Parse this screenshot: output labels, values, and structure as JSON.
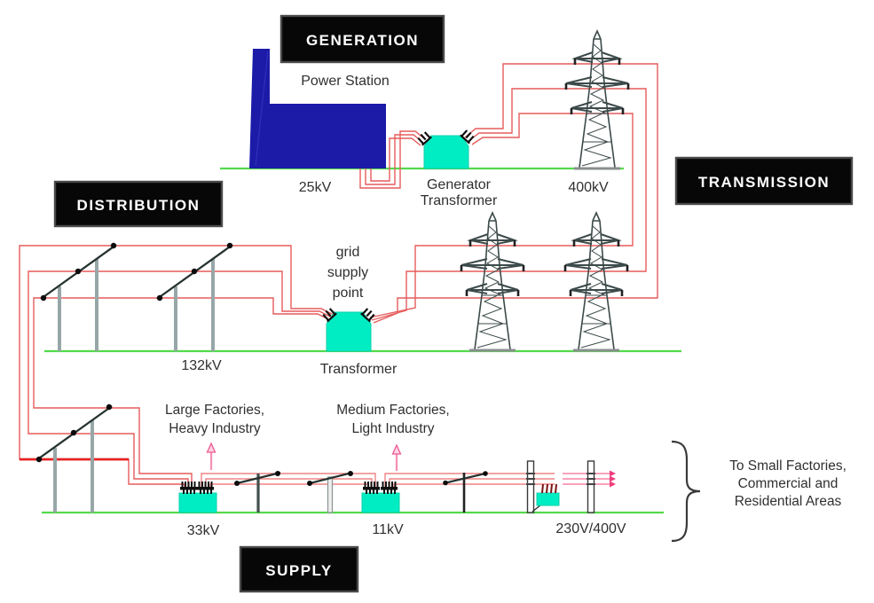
{
  "diagram": "Electricity supply system from power station to consumers",
  "sections": {
    "generation": "GENERATION",
    "transmission": "TRANSMISSION",
    "distribution": "DISTRIBUTION",
    "supply": "SUPPLY"
  },
  "labels": {
    "power_station": "Power Station",
    "gen_voltage": "25kV",
    "generator_transformer": [
      "Generator",
      "Transformer"
    ],
    "transmission_voltage": "400kV",
    "grid_supply_point": [
      "grid",
      "supply",
      "point"
    ],
    "grid_transformer": "Transformer",
    "distribution_voltage": "132kV",
    "large_factories": [
      "Large Factories,",
      "Heavy Industry"
    ],
    "medium_factories": [
      "Medium Factories,",
      "Light Industry"
    ],
    "factories_voltage": "33kV",
    "industry_voltage": "11kV",
    "supply_voltage": "230V/400V",
    "consumers": [
      "To Small Factories,",
      "Commercial and",
      "Residential Areas"
    ]
  },
  "colors": {
    "cable_red": "#e65c5c",
    "heavy_red": "#e62222",
    "ground_green": "#54d94b",
    "equipment_cyan": "#00edc4",
    "station_navy": "#1b1ba8",
    "consumer_pink": "#f584a4",
    "arrow_magenta": "#ee3d7c",
    "label_background": "#070707",
    "label_text": "#ffffff",
    "body_text": "#303030"
  }
}
